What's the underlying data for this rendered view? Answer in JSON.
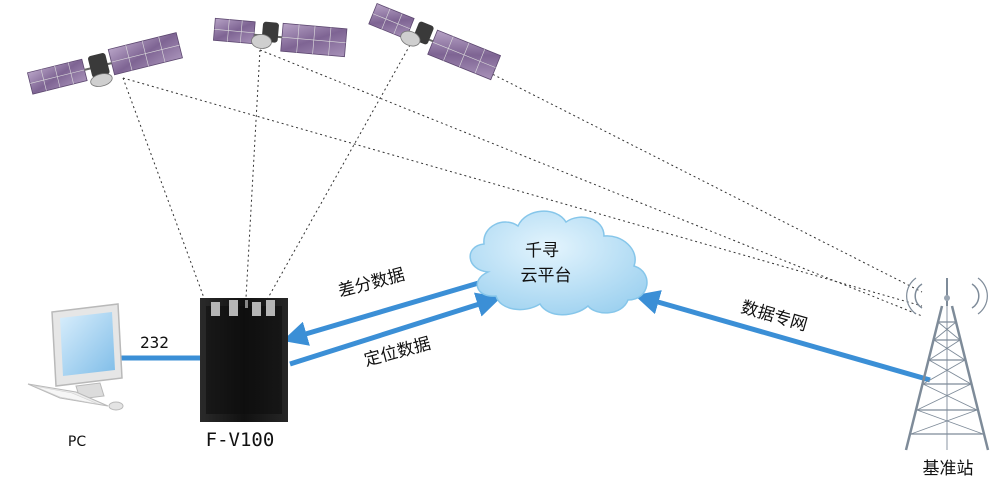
{
  "nodes": {
    "pc": {
      "label": "PC"
    },
    "device": {
      "label": "F-V100"
    },
    "cloud": {
      "line1": "千寻",
      "line2": "云平台"
    },
    "base_station": {
      "label": "基准站"
    }
  },
  "links": {
    "pc_device": {
      "label": "232"
    },
    "cloud_to_device": {
      "label": "差分数据"
    },
    "device_to_cloud": {
      "label": "定位数据"
    },
    "station_to_cloud": {
      "label": "数据专网"
    }
  },
  "colors": {
    "link": "#3b8fd6",
    "cloud_fill": "#a8d8f2",
    "cloud_edge": "#7cc0e8",
    "satellite_panel": "#8a6f9e",
    "device_body": "#1a1a1a"
  }
}
